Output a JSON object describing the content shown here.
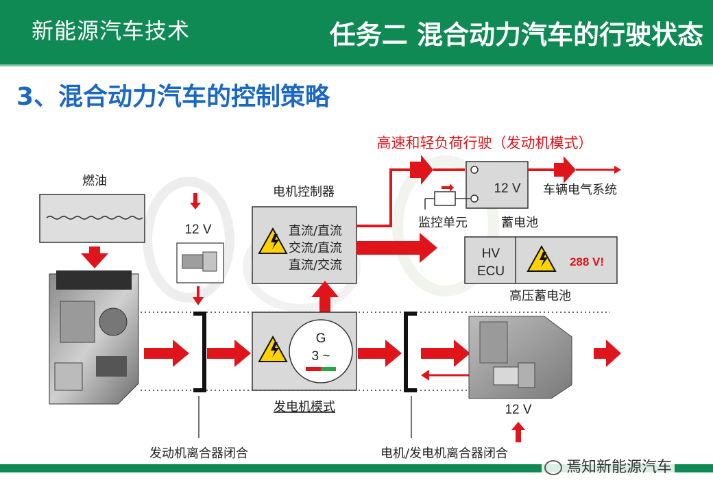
{
  "header": {
    "course": "新能源汽车技术",
    "task": "任务二 混合动力汽车的行驶状态"
  },
  "section_title": "3、混合动力汽车的控制策略",
  "diagram": {
    "mode_title": "高速和轻负荷行驶（发动机模式）",
    "fuel": "燃油",
    "starter_voltage": "12 V",
    "motor_controller": "电机控制器",
    "converter_lines": [
      "直流/直流",
      "交流/直流",
      "直流/交流"
    ],
    "battery_voltage": "12 V",
    "vehicle_electrical": "车辆电气系统",
    "monitor_unit": "监控单元",
    "battery": "蓄电池",
    "hv_ecu_line1": "HV",
    "hv_ecu_line2": "ECU",
    "hv_voltage": "288 V!",
    "hv_battery": "高压蓄电池",
    "generator_g": "G",
    "generator_phase": "3 ~",
    "generator_mode": "发电机模式",
    "engine_clutch": "发动机离合器闭合",
    "motor_clutch": "电机/发电机离合器闭合",
    "gearbox_voltage": "12 V"
  },
  "watermark": "焉知新能源汽车",
  "colors": {
    "header_green": "#0f8a55",
    "title_blue": "#1a67c4",
    "arrow_red": "#e0151b",
    "box_gray": "#d9d9d9",
    "warning_yellow": "#ffd200"
  }
}
